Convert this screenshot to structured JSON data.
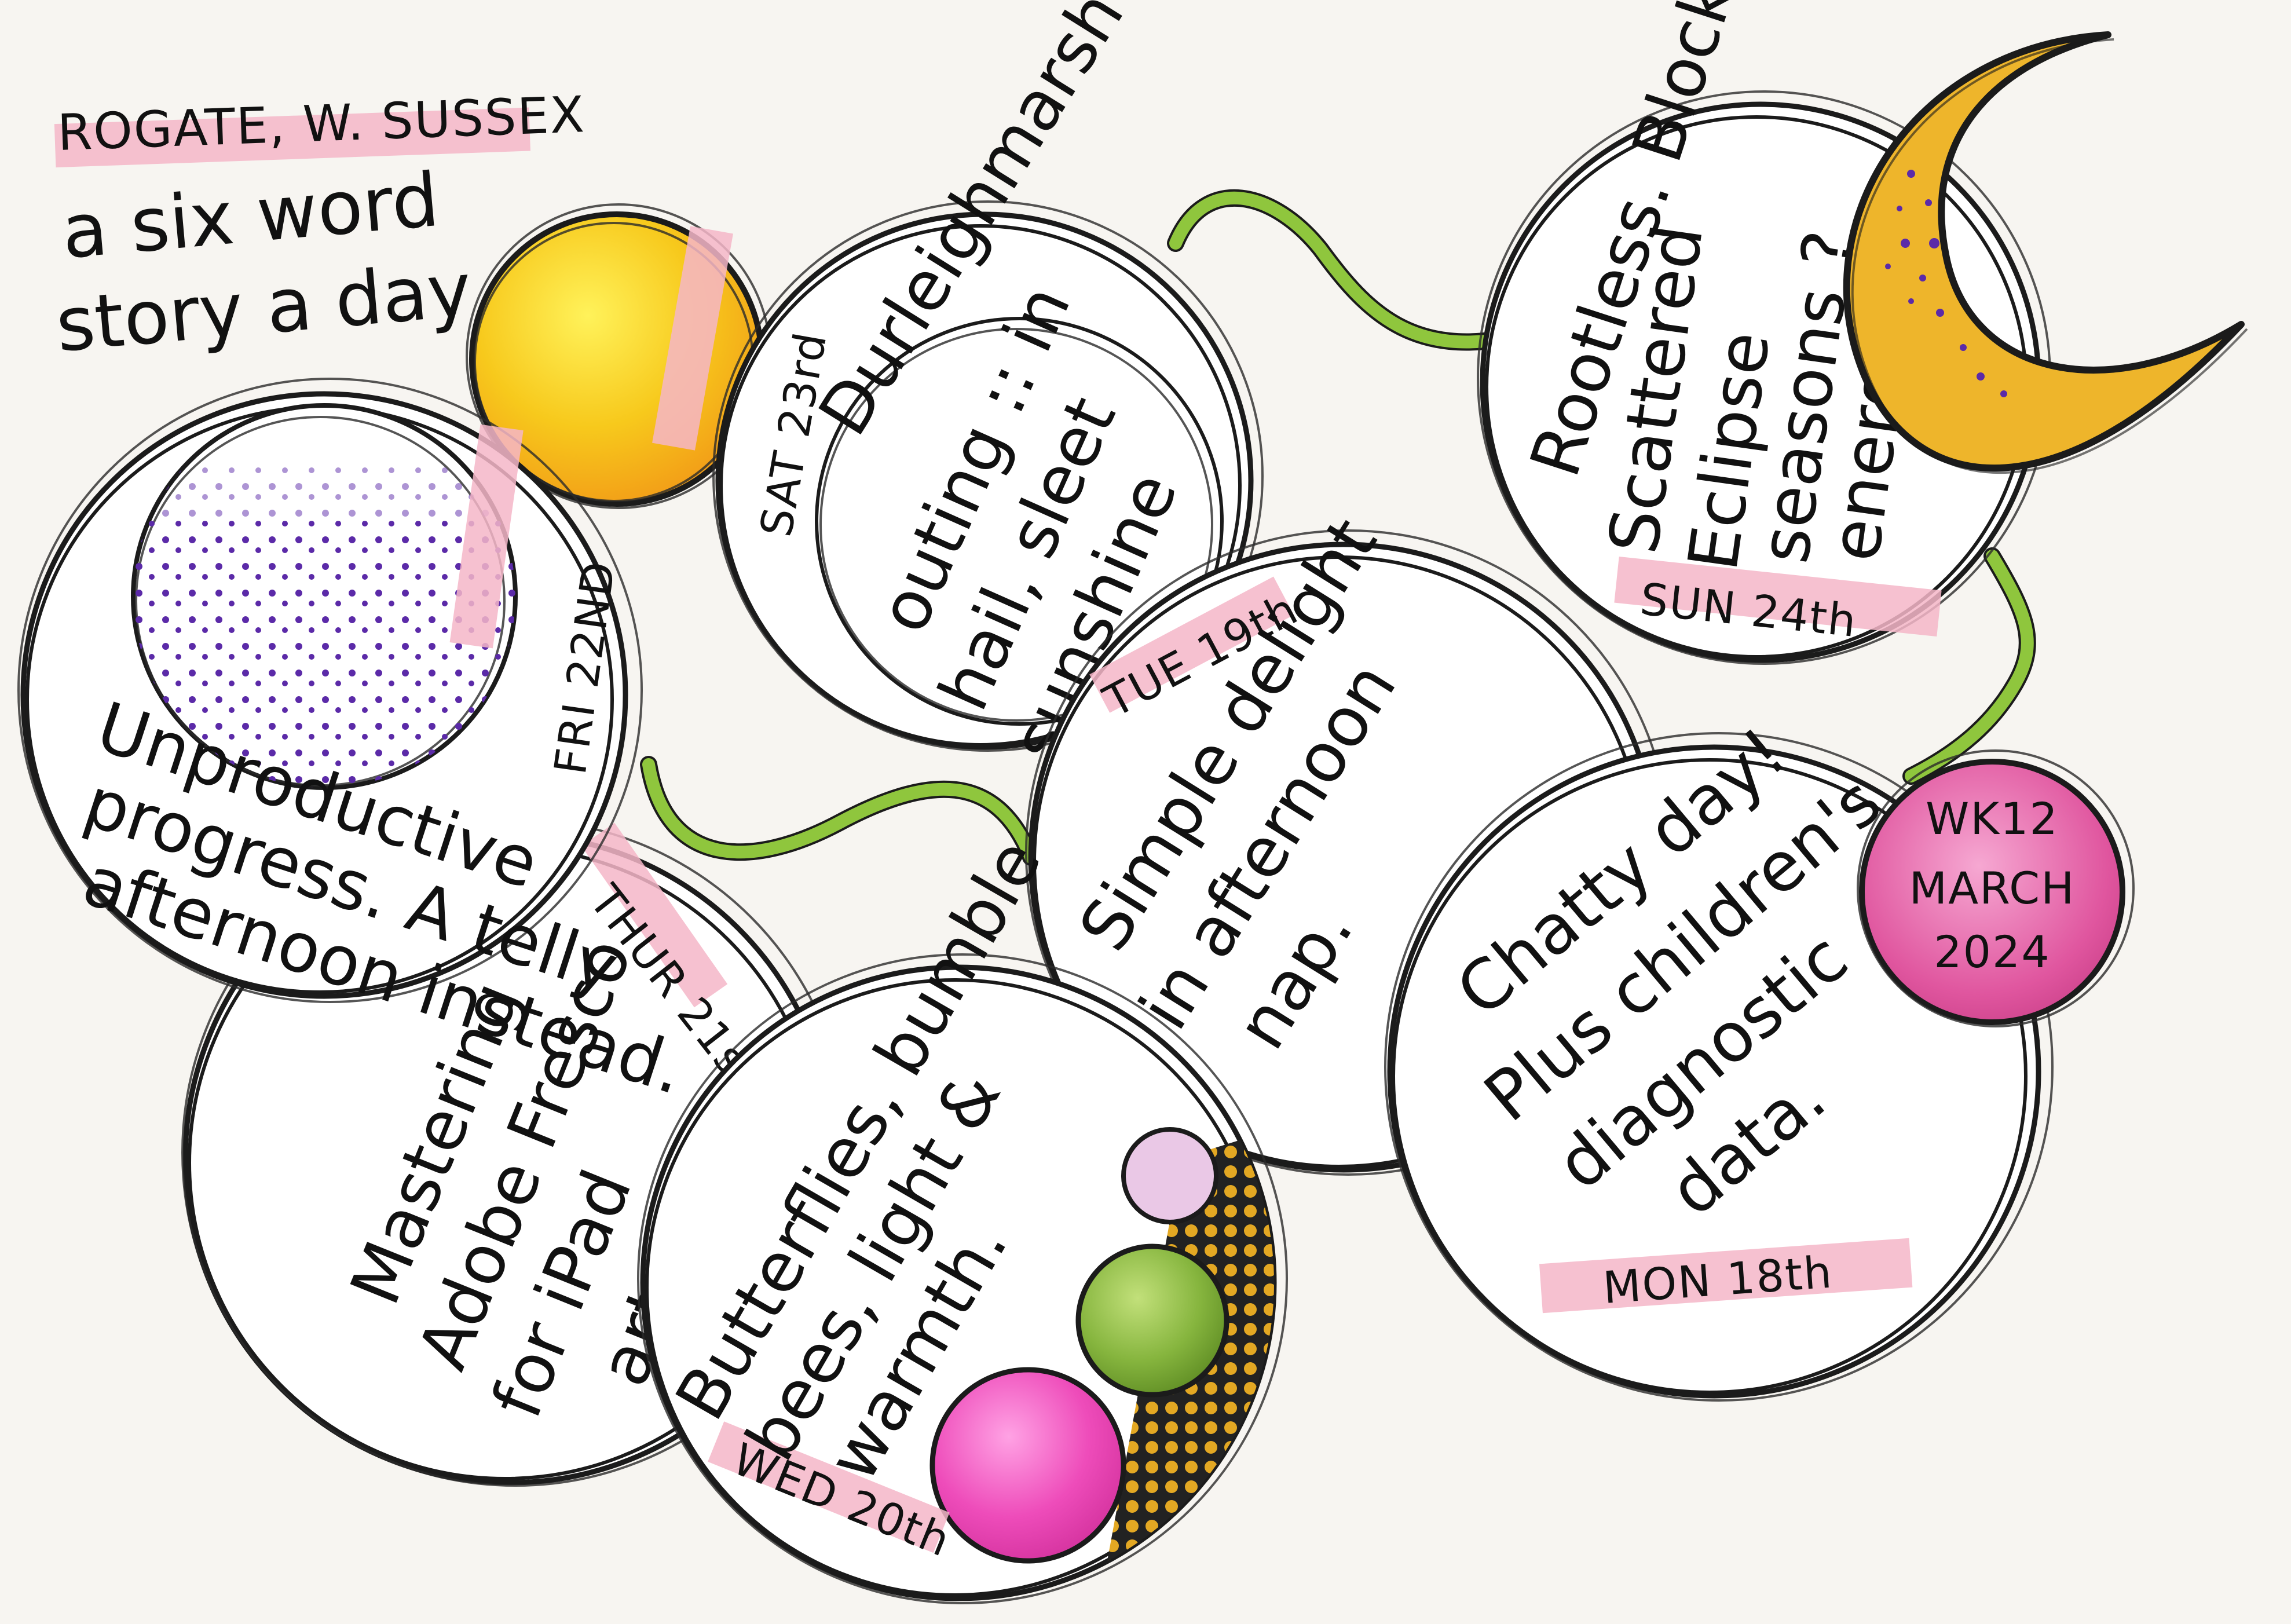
{
  "header": {
    "location": "ROGATE, W. SUSSEX",
    "title_line1": "a six word",
    "title_line2": "story a day"
  },
  "badge": {
    "line1": "WK12",
    "line2": "MARCH",
    "line3": "2024"
  },
  "entries": [
    {
      "date": "FRI 22ND",
      "lines": [
        "Unproductive",
        "progress. A telly",
        "afternoon instead."
      ]
    },
    {
      "date": "SAT 23rd",
      "lines": [
        "Durleighmarsh",
        "outing :: in",
        "hail, sleet",
        "sunshine"
      ]
    },
    {
      "date": "SUN 24th",
      "lines": [
        "Rootless. Blocked.",
        "Scattered",
        "Eclipse",
        "seasons ?",
        "energies ?"
      ]
    },
    {
      "date": "TUE 19th",
      "lines": [
        "Simple delight",
        "in afternoon",
        "nap."
      ]
    },
    {
      "date": "MON 18th",
      "lines": [
        "Chatty day!",
        "Plus children's",
        "diagnostic",
        "data."
      ]
    },
    {
      "date": "THUR 21st",
      "lines": [
        "Mastering",
        "Adobe Fresco",
        "for iPad",
        "art."
      ]
    },
    {
      "date": "WED 20th",
      "lines": [
        "Butterflies, bumble",
        "bees, light &",
        "warmth."
      ]
    }
  ],
  "colors": {
    "ink": "#111111",
    "highlight_pink": "#f4b6c8",
    "sun_yellow": "#f6c21a",
    "moon_gold": "#eeb52b",
    "dot_purple": "#5b2aa8",
    "vine_green": "#8fc63d",
    "ball_pink": "#ec4fb9",
    "ball_green": "#7fb33a",
    "ball_lilac": "#eac8e6",
    "badge_magenta": "#e0569f"
  },
  "icons": [
    "sun-icon",
    "crescent-moon-icon",
    "dotted-moon-icon",
    "vine-connector"
  ]
}
